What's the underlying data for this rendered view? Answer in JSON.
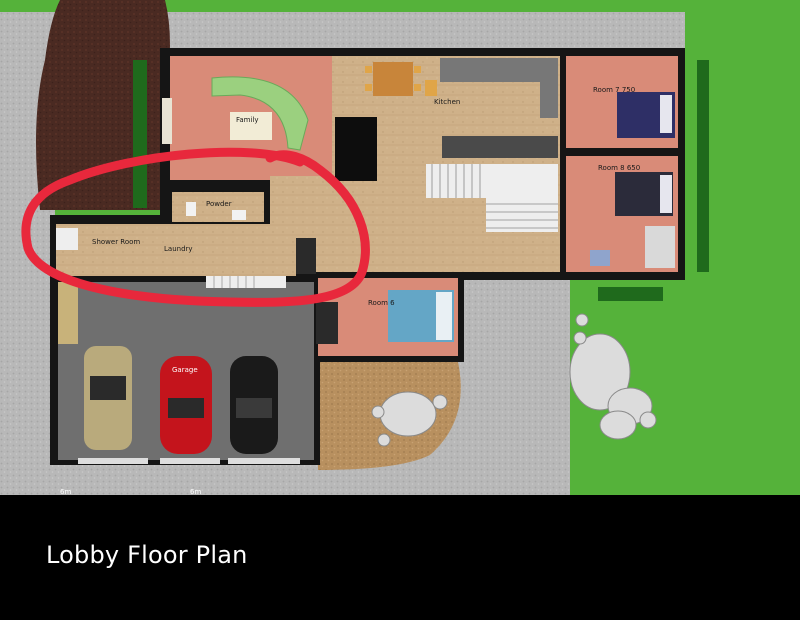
{
  "caption": "Lobby Floor Plan",
  "rooms": {
    "family": "Family",
    "kitchen": "Kitchen",
    "powder": "Powder",
    "shower_room": "Shower Room",
    "laundry": "Laundry",
    "room7": "Room 7  750",
    "room8": "Room 8  650",
    "room6": "Room 6",
    "garage": "Garage"
  },
  "dimension_marks": {
    "left": "6m",
    "right": "6m"
  },
  "highlight": {
    "color": "#e8283c",
    "shape": "hand-drawn ellipse",
    "encloses": [
      "Powder",
      "Shower Room",
      "Laundry"
    ]
  },
  "colors": {
    "grass": "#55b23a",
    "gravel": "#b9b9b9",
    "wall": "#151515",
    "carpet_red": "#d98b78",
    "wood_floor": "#cdb08a",
    "garage_floor": "#6f6f6f",
    "mulch": "#4a2a22"
  }
}
